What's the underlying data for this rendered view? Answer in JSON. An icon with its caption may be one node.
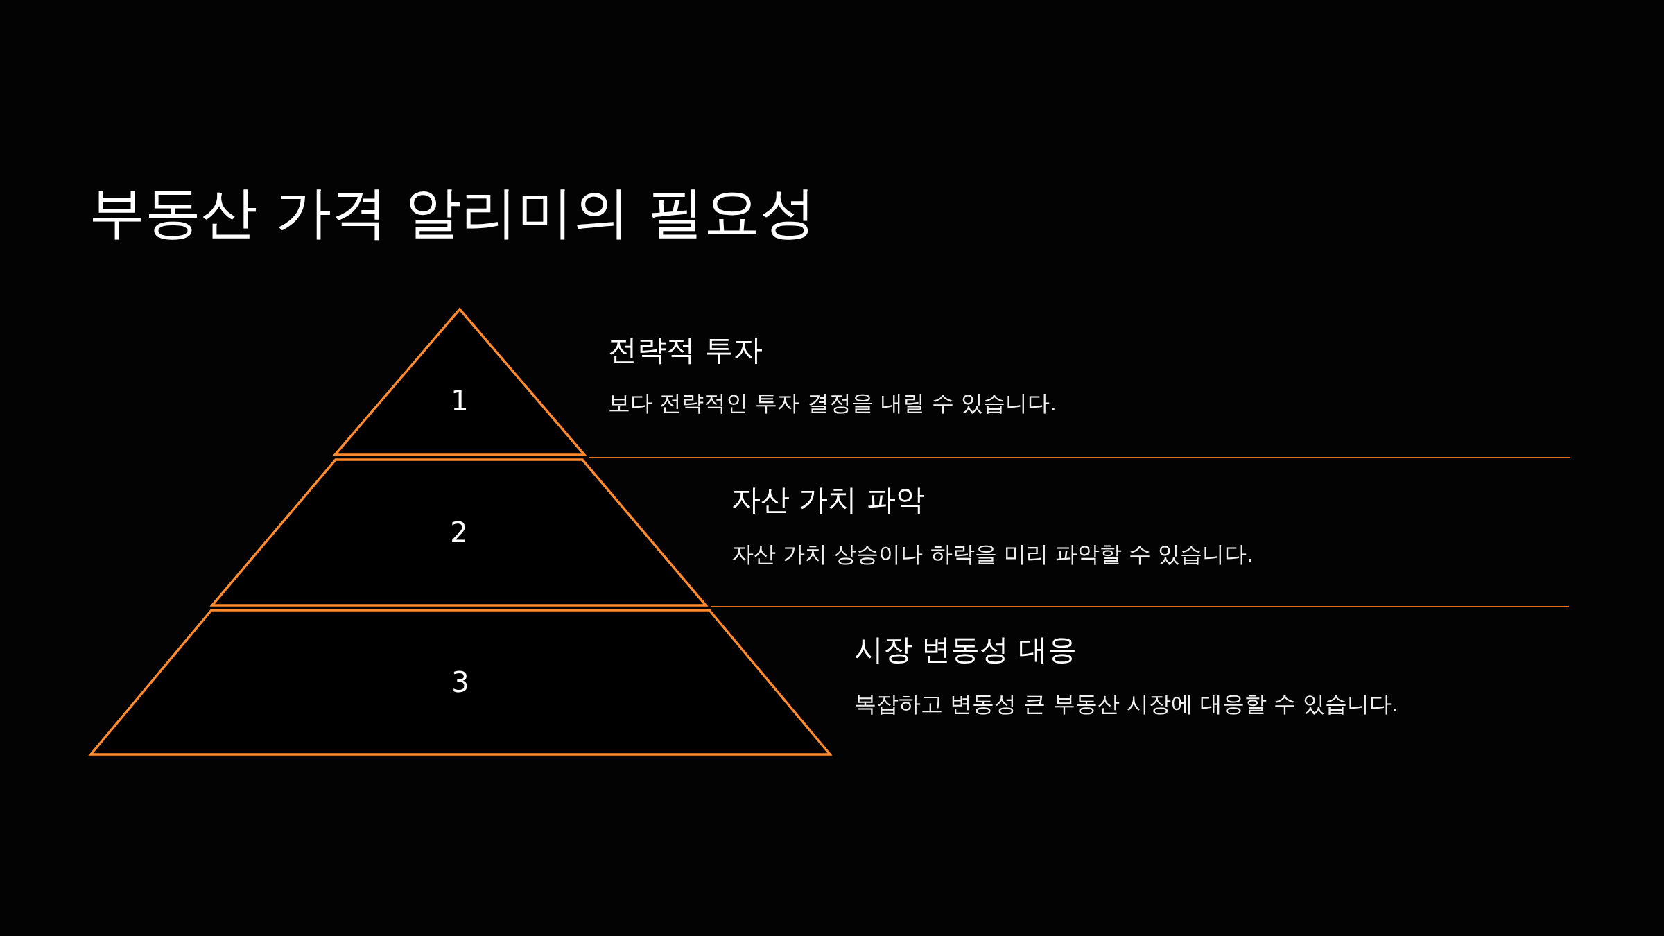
{
  "diagram": {
    "title": "부동산 가격 알리미의 필요성",
    "nodes": [
      {
        "text": [
          "1"
        ],
        "beside": [
          "전략적 투자",
          "보다 전략적인 투자 결정을 내릴 수 있습니다."
        ]
      },
      {
        "text": [
          "2"
        ],
        "beside": [
          "자산 가치 파악",
          "자산 가치 상승이나 하락을 미리 파악할 수 있습니다."
        ]
      },
      {
        "text": [
          "3"
        ],
        "beside": [
          "시장 변동성 대응",
          "복잡하고 변동성 큰 부동산 시장에 대응할 수 있습니다."
        ]
      }
    ]
  }
}
